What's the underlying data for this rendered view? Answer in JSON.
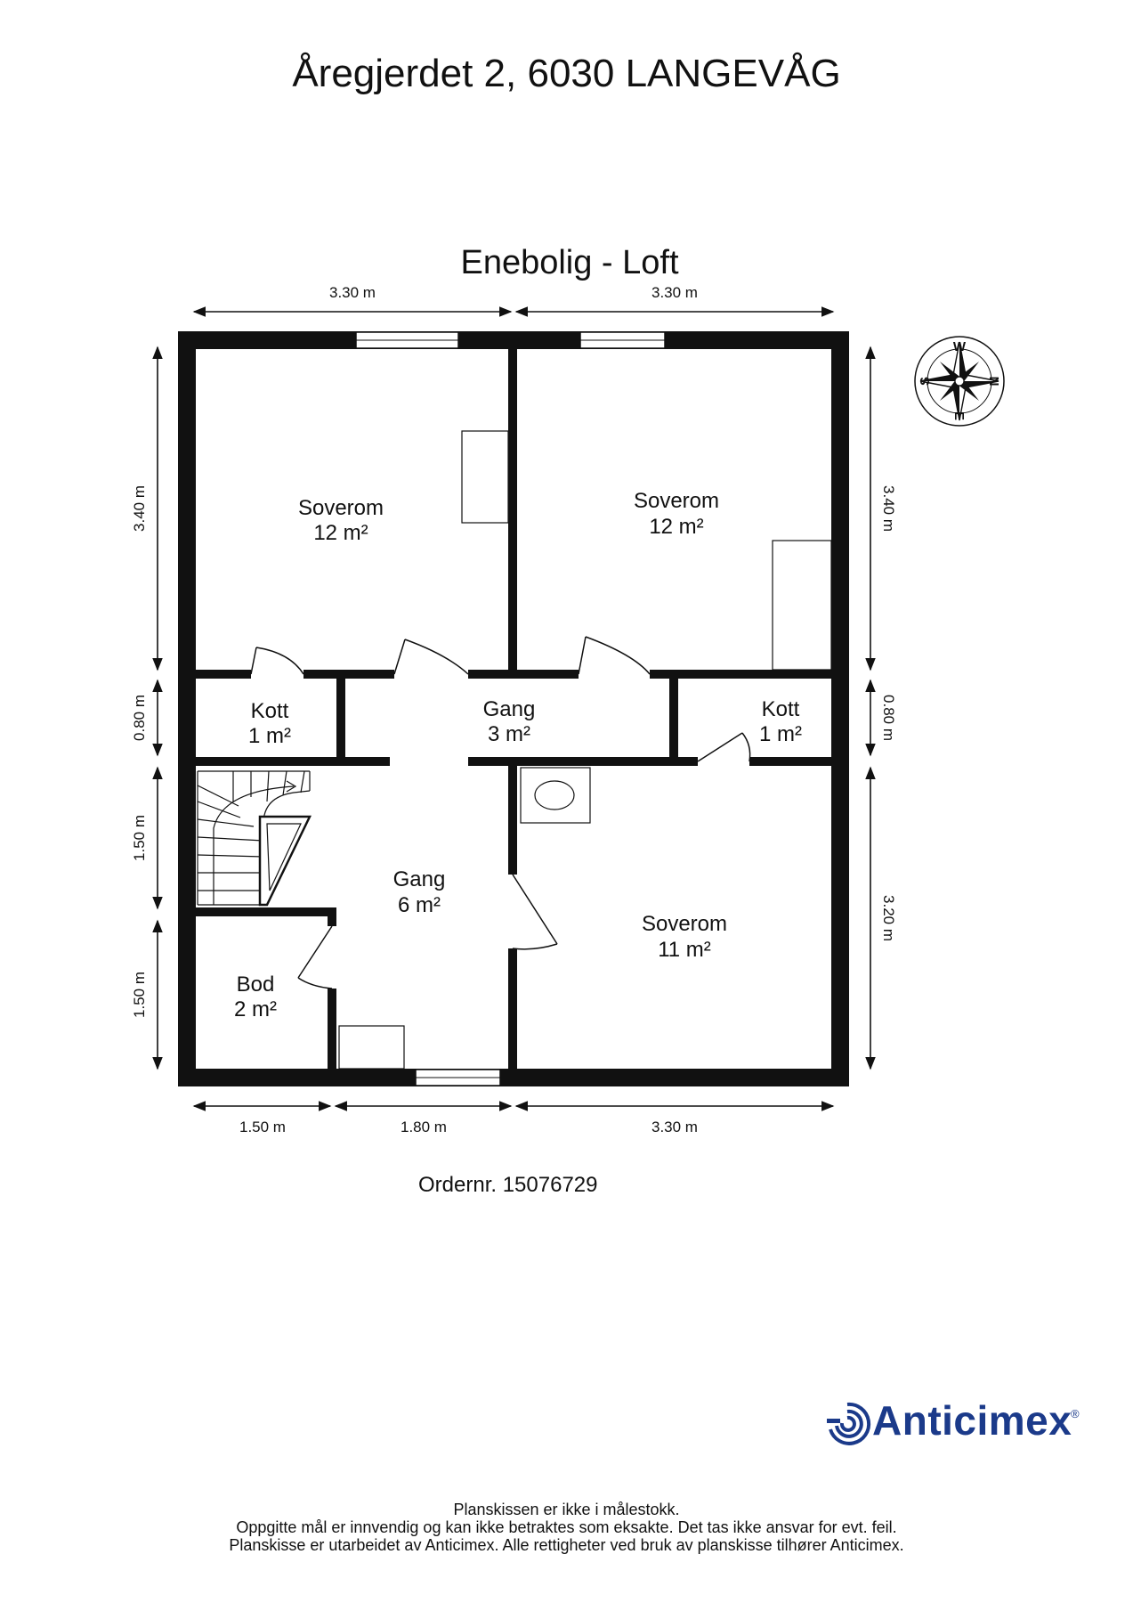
{
  "header": {
    "address": "Åregjerdet 2, 6030 LANGEVÅG",
    "subtitle": "Enebolig - Loft"
  },
  "rooms": [
    {
      "name": "Soverom",
      "area": "12 m²"
    },
    {
      "name": "Soverom",
      "area": "12 m²"
    },
    {
      "name": "Kott",
      "area": "1 m²"
    },
    {
      "name": "Gang",
      "area": "3 m²"
    },
    {
      "name": "Kott",
      "area": "1 m²"
    },
    {
      "name": "Gang",
      "area": "6 m²"
    },
    {
      "name": "Soverom",
      "area": "11 m²"
    },
    {
      "name": "Bod",
      "area": "2 m²"
    }
  ],
  "dimensions": {
    "top": [
      "3.30 m",
      "3.30 m"
    ],
    "bottom": [
      "1.50 m",
      "1.80 m",
      "3.30 m"
    ],
    "left": [
      "3.40 m",
      "0.80 m",
      "1.50 m",
      "1.50 m"
    ],
    "right": [
      "3.40 m",
      "0.80 m",
      "3.20 m"
    ]
  },
  "compass": {
    "labels": [
      "W",
      "N",
      "E",
      "S"
    ]
  },
  "order_number": "Ordernr. 15076729",
  "logo": {
    "name": "Anticimex",
    "mark": "®",
    "color": "#1b3a8a"
  },
  "footer": {
    "line1": "Planskissen er ikke i målestokk.",
    "line2": "Oppgitte mål er innvendig og kan ikke betraktes som eksakte. Det tas ikke ansvar for evt. feil.",
    "line3": "Planskisse er utarbeidet av Anticimex. Alle rettigheter ved bruk av planskisse tilhører Anticimex."
  }
}
